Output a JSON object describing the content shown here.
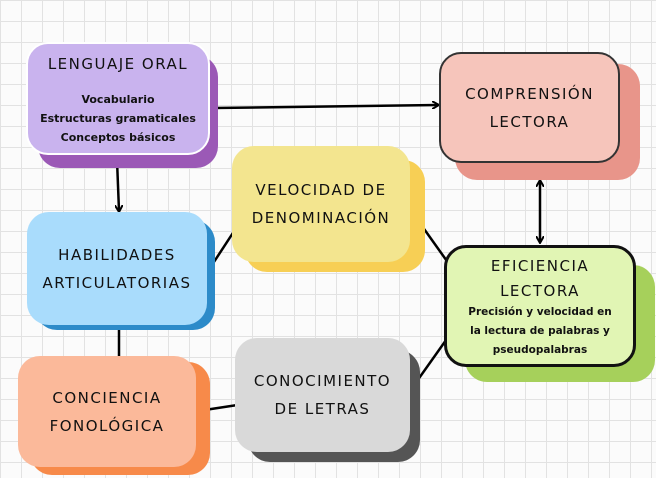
{
  "nodes": {
    "lenguaje_oral": {
      "title": "LENGUAJE ORAL",
      "items": [
        "Vocabulario",
        "Estructuras gramaticales",
        "Conceptos básicos"
      ],
      "color": "#c9b3ee"
    },
    "comprension": {
      "title_lines": [
        "COMPRENSIÓN",
        "LECTORA"
      ],
      "color": "#f6c5bb"
    },
    "velocidad": {
      "title_lines": [
        "VELOCIDAD DE",
        "DENOMINACIÓN"
      ],
      "color": "#f3e58f"
    },
    "habilidades": {
      "title_lines": [
        "HABILIDADES",
        "ARTICULATORIAS"
      ],
      "color": "#a9dcfc"
    },
    "eficiencia": {
      "title_lines": [
        "EFICIENCIA",
        "LECTORA"
      ],
      "description_lines": [
        "Precisión y velocidad en",
        "la lectura de palabras y",
        "pseudopalabras"
      ],
      "color": "#e1f5b4"
    },
    "conciencia": {
      "title_lines": [
        "CONCIENCIA",
        "FONOLÓGICA"
      ],
      "color": "#fbb99a"
    },
    "conocimiento": {
      "title_lines": [
        "CONOCIMIENTO",
        "DE LETRAS"
      ],
      "color": "#d9d9d9"
    }
  }
}
